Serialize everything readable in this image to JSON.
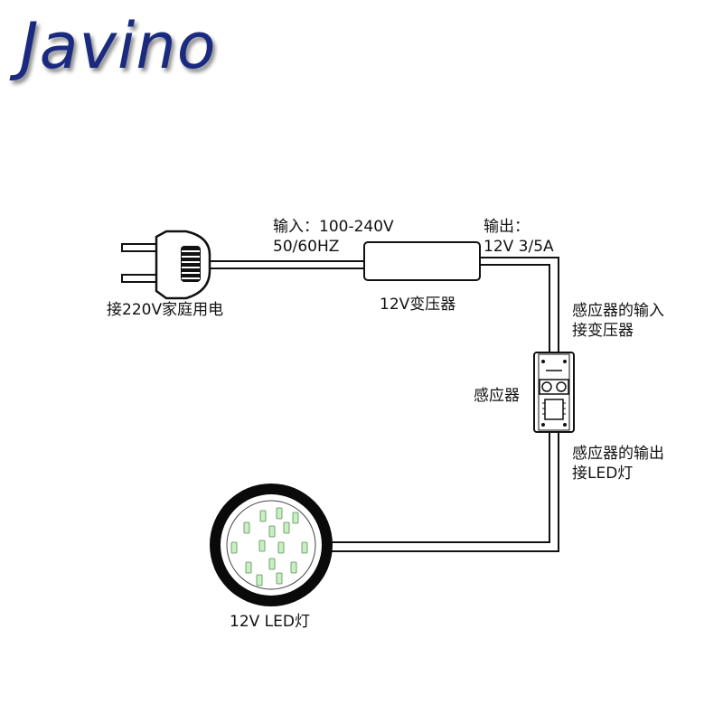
{
  "brand": {
    "logo_text": "Javino",
    "color": "#1a2a80"
  },
  "labels": {
    "input_line1": "输入：100-240V",
    "input_line2": "50/60HZ",
    "output_line1": "输出：",
    "output_line2": "12V 3/5A",
    "plug": "接220V家庭用电",
    "transformer": "12V变压器",
    "sensor_in_line1": "感应器的输入",
    "sensor_in_line2": "接变压器",
    "sensor": "感应器",
    "sensor_out_line1": "感应器的输出",
    "sensor_out_line2": "接LED灯",
    "led": "12V LED灯"
  },
  "icons": {
    "plug": "eu-plug-icon",
    "transformer": "transformer-box-icon",
    "sensor": "sensor-module-icon",
    "led": "round-led-light-icon"
  },
  "colors": {
    "line": "#111111",
    "led_ring": "#0a0a0a",
    "led_chip": "#c8f0c0"
  }
}
